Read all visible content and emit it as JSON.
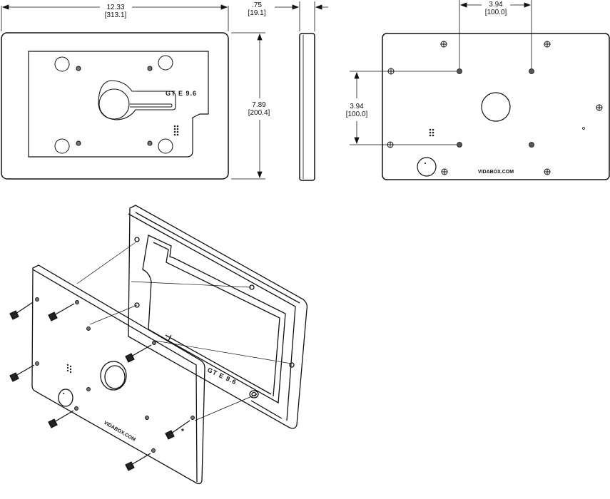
{
  "dimensions": {
    "width_in": "12.33",
    "width_mm": "[313.1]",
    "depth_in": ".75",
    "depth_mm": "[19.1]",
    "height_in": "7.89",
    "height_mm": "[200.4]",
    "hole_h_in": "3.94",
    "hole_h_mm": "[100.0]",
    "hole_v_in": "3.94",
    "hole_v_mm": "[100.0]"
  },
  "labels": {
    "brand": "VIDABOX.COM",
    "front_engraving": "GT E 9.6",
    "iso_engraving": "GT E 9.6"
  },
  "colors": {
    "line": "#111111",
    "background": "#ffffff"
  }
}
